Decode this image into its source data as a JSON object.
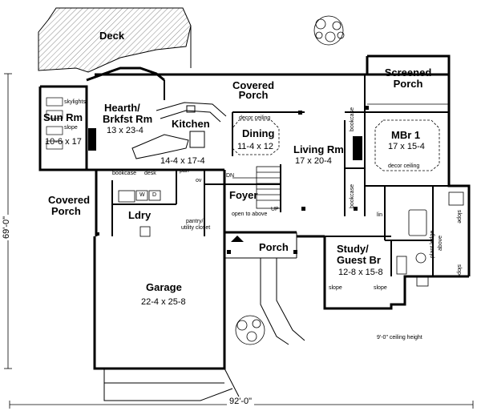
{
  "rooms": {
    "deck": "Deck",
    "hearth_1": "Hearth/",
    "hearth_2": "Brkfst Rm",
    "hearth_dim": "13 x 23-4",
    "sun_rm": "Sun Rm",
    "sun_dim": "10-6 x 17",
    "kitchen": "Kitchen",
    "kitchen_dim": "14-4 x 17-4",
    "covered_porch_top_1": "Covered",
    "covered_porch_top_2": "Porch",
    "dining": "Dining",
    "dining_dim": "11-4 x 12",
    "living": "Living Rm",
    "living_dim": "17 x 20-4",
    "screened_1": "Screened",
    "screened_2": "Porch",
    "mbr": "MBr  1",
    "mbr_dim": "17 x 15-4",
    "foyer": "Foyer",
    "covered_porch_left_1": "Covered",
    "covered_porch_left_2": "Porch",
    "ldry": "Ldry",
    "porch": "Porch",
    "study_1": "Study/",
    "study_2": "Guest Br",
    "study_dim": "12-8 x 15-8",
    "garage": "Garage",
    "garage_dim": "22-4 x 25-8"
  },
  "notes": {
    "skylights": "skylights",
    "slope_sun": "slope",
    "decor_ceiling_dining": "decor ceiling",
    "decor_ceiling_mbr": "decor ceiling",
    "bookcase_left": "bookcase",
    "bookcase_right": "bookcase",
    "bookcase_top": "bookcase",
    "desk": "desk",
    "pan": "pan",
    "ov": "ov",
    "w": "W",
    "d": "D",
    "dn": "DN",
    "up": "UP",
    "open_above": "open to above",
    "pantry_1": "pantry/",
    "pantry_2": "utility closet",
    "lin": "lin",
    "plant_ledge_1": "plant ledge",
    "plant_ledge_2": "above",
    "slope_r1": "slope",
    "slope_r2": "slope",
    "slope_study_l": "slope",
    "slope_study_r": "slope",
    "ceiling_height": "9'-0\" ceiling height"
  },
  "dimensions": {
    "width": "92'-0\"",
    "depth": "69'-0\""
  }
}
